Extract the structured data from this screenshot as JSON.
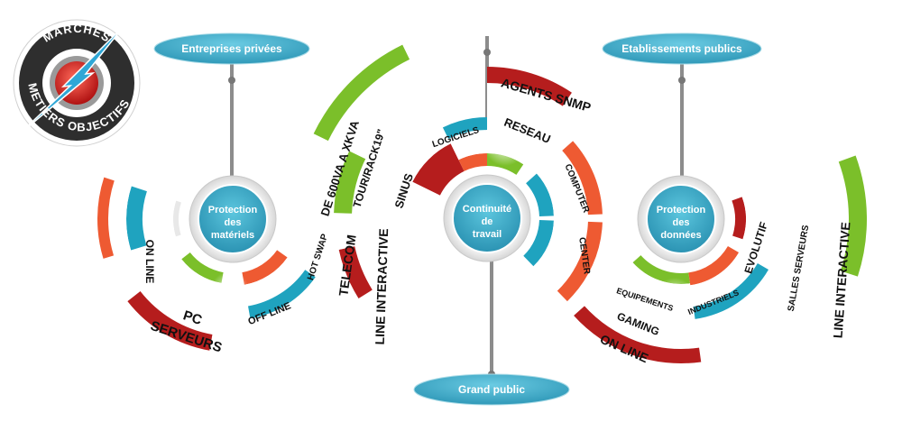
{
  "colors": {
    "teal": "#1fa3bf",
    "green": "#7bbf2a",
    "orange": "#ee5a32",
    "red": "#b51d1d",
    "pill": "#3fb2cf",
    "hub": "#39a9c6",
    "stem": "#8c8c8c",
    "logo_ring": "#333333",
    "logo_core": "#d92323"
  },
  "logo": {
    "top": "MARCHES",
    "bottom": "METIERS OBJECTIFS"
  },
  "pills": {
    "left": "Entreprises privées",
    "right": "Etablissements publics",
    "bottom": "Grand public"
  },
  "hubs": {
    "left": [
      "Protection",
      "des",
      "matériels"
    ],
    "center": [
      "Continuité",
      "de",
      "travail"
    ],
    "right": [
      "Protection",
      "des",
      "données"
    ]
  },
  "segments": {
    "left_left": "ON LINE",
    "left_bottom_1": "PC",
    "left_bottom_2": "SERVEURS",
    "left_right": "OFF LINE",
    "c1_hot_swap": "HOT SWAP",
    "c1_telecom": "TELECOM",
    "c1_line_interactive": "LINE INTERACTIVE",
    "c1_de600": "DE 600VA A XKVA",
    "c1_tour": "TOUR/RACK19\"",
    "c1_sinus": "SINUS",
    "c2_logiciels": "LOGICIELS",
    "c2_reseau": "RESEAU",
    "c2_agents": "AGENTS SNMP",
    "c2_computer": "COMPUTER",
    "c2_center": "CENTER",
    "r_equipements": "EQUIPEMENTS",
    "r_gaming": "GAMING",
    "r_online": "ON LINE",
    "r_industriels": "INDUSTRIELS",
    "r_evolutif": "EVOLUTIF",
    "r_salles": "SALLES SERVEURS",
    "r_line_interactive": "LINE INTERACTIVE"
  }
}
